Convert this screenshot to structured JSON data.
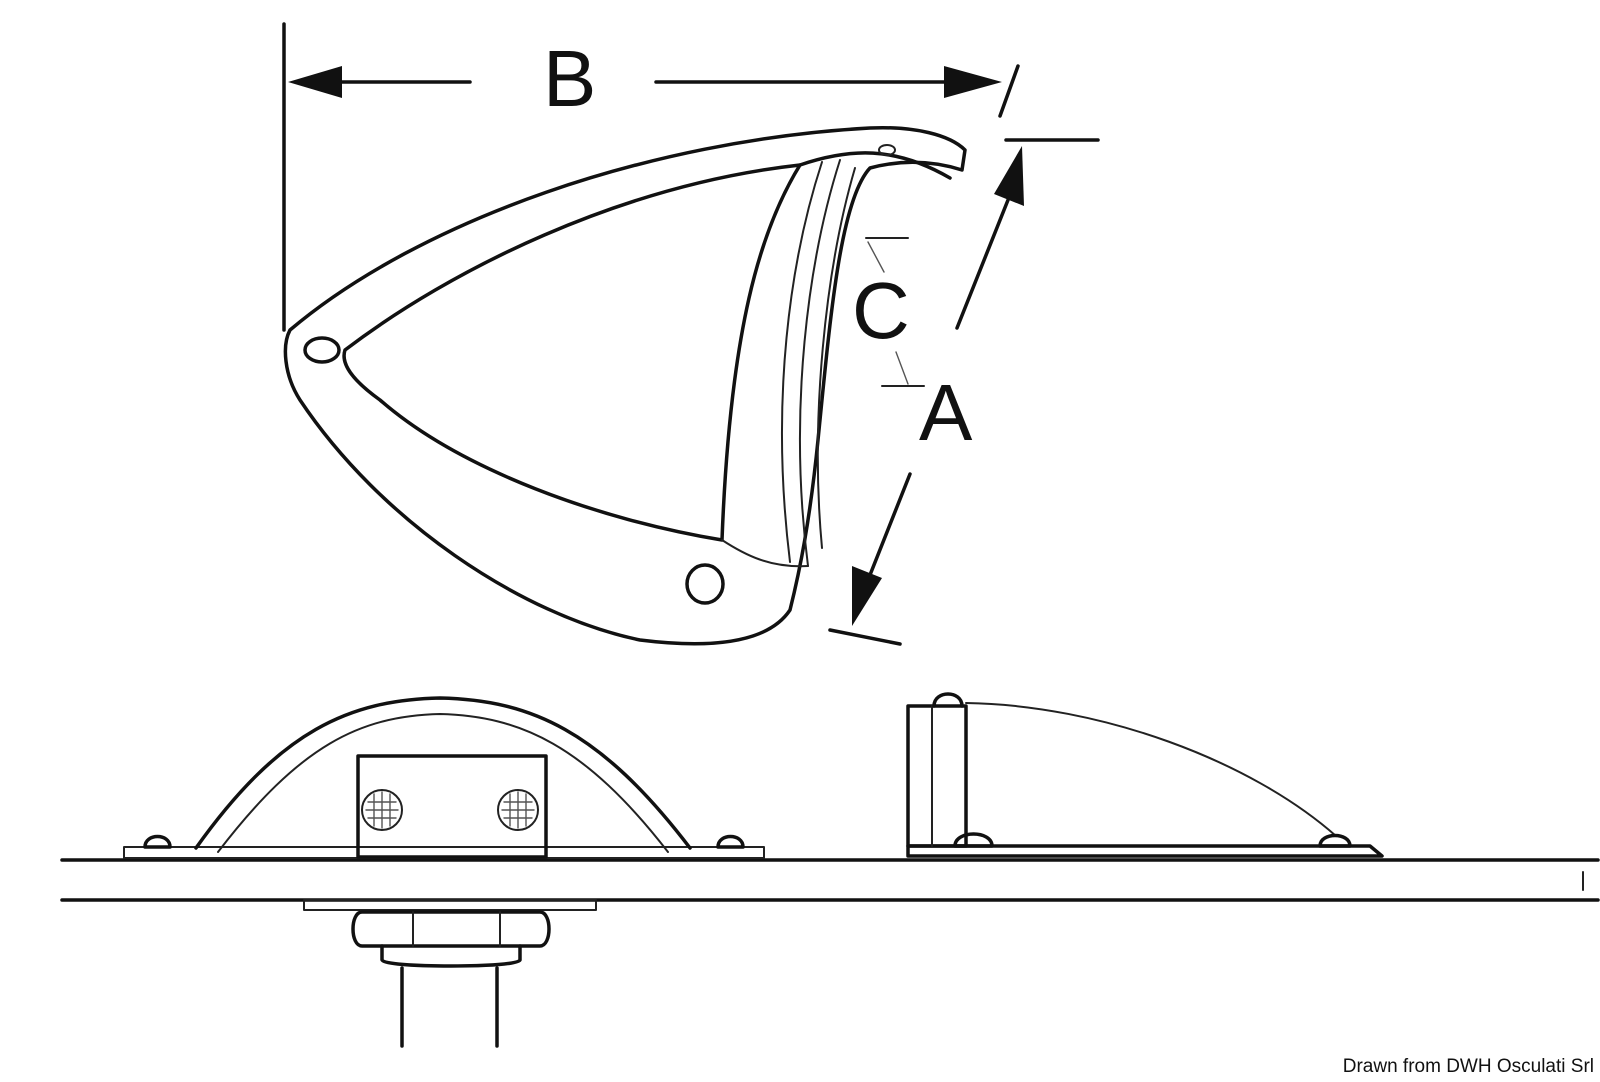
{
  "diagram": {
    "dimension_labels": {
      "a": "A",
      "b": "B",
      "c": "C"
    },
    "credit": "Drawn from DWH Osculati Srl",
    "line_color": "#111111",
    "background_color": "#ffffff"
  }
}
